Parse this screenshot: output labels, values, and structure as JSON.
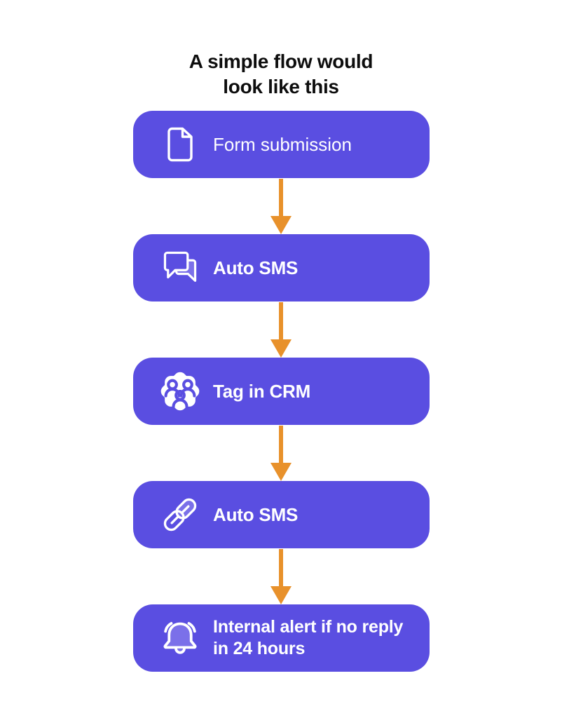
{
  "title": {
    "line1": "A simple flow would",
    "line2": "look like this"
  },
  "colors": {
    "node-bg": "#5a4ee1",
    "node-fill-light": "#7b70e9",
    "arrow": "#e8912b",
    "title-color": "#0d0d0d",
    "label-color": "#ffffff"
  },
  "flow": {
    "steps": [
      {
        "label": "Form submission",
        "icon": "document-icon"
      },
      {
        "label": "Auto SMS",
        "icon": "chat-bubbles-icon"
      },
      {
        "label": "Tag in CRM",
        "icon": "gear-people-icon"
      },
      {
        "label": "Auto SMS",
        "icon": "link-icon"
      },
      {
        "label": "Internal alert if no reply in 24 hours",
        "icon": "bell-icon"
      }
    ],
    "connector": "down-arrow"
  }
}
